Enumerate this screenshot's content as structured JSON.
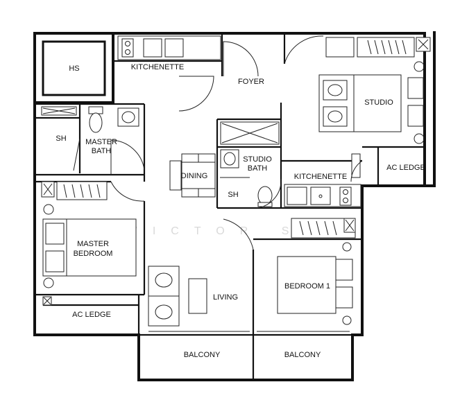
{
  "rooms": {
    "hs": "HS",
    "kitchenette_main": "KITCHENETTE",
    "foyer": "FOYER",
    "studio": "STUDIO",
    "sh_master": "SH",
    "master_bath_1": "MASTER",
    "master_bath_2": "BATH",
    "dining": "DINING",
    "studio_bath_1": "STUDIO",
    "studio_bath_2": "BATH",
    "sh_studio": "SH",
    "kitchenette_studio": "KITCHENETTE",
    "ac_ledge_right": "AC LEDGE",
    "master_bedroom_1": "MASTER",
    "master_bedroom_2": "BEDROOM",
    "bedroom_1": "BEDROOM 1",
    "ac_ledge_left": "AC LEDGE",
    "living": "LIVING",
    "balcony_left": "BALCONY",
    "balcony_right": "BALCONY"
  },
  "watermark": "VICTOR SO"
}
